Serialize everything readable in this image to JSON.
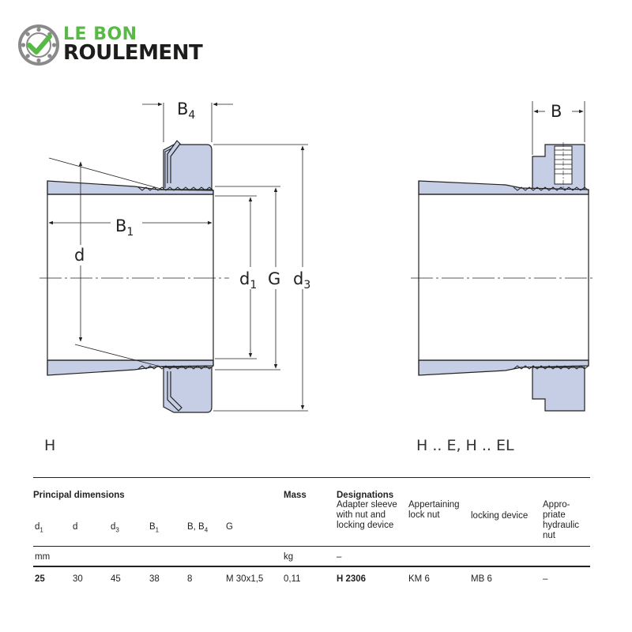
{
  "brand": {
    "line1": "LE BON",
    "line2": "ROULEMENT",
    "accent": "#58b947",
    "dark": "#1d1d1b"
  },
  "drawing": {
    "labels": {
      "b4": "B",
      "b4_sub": "4",
      "b1": "B",
      "b1_sub": "1",
      "d": "d",
      "d1": "d",
      "d1_sub": "1",
      "g": "G",
      "d3": "d",
      "d3_sub": "3",
      "b": "B"
    },
    "captions": {
      "left": "H",
      "right": "H .. E, H .. EL"
    },
    "colors": {
      "fill": "#c5cee4",
      "line": "#222222"
    }
  },
  "table": {
    "principal": "Principal dimensions",
    "mass": "Mass",
    "designations": "Designations",
    "sleeve": "Adapter sleeve\nwith nut and\nlocking device",
    "locknut": "Appertaining\nlock nut",
    "locking": "locking device",
    "hydraulic": "Appro-\npriate\nhydraulic\nnut",
    "cols": {
      "d1": "d",
      "d1_sub": "1",
      "d": "d",
      "d3": "d",
      "d3_sub": "3",
      "b1": "B",
      "b1_sub": "1",
      "bb4": "B, B",
      "bb4_sub": "4",
      "g": "G"
    },
    "units": {
      "mm": "mm",
      "kg": "kg",
      "dash": "–"
    },
    "row": {
      "d1": "25",
      "d": "30",
      "d3": "45",
      "b1": "38",
      "bb4": "8",
      "g": "M 30x1,5",
      "mass": "0,11",
      "sleeve": "H 2306",
      "locknut": "KM 6",
      "locking": "MB 6",
      "hydraulic": "–"
    }
  }
}
